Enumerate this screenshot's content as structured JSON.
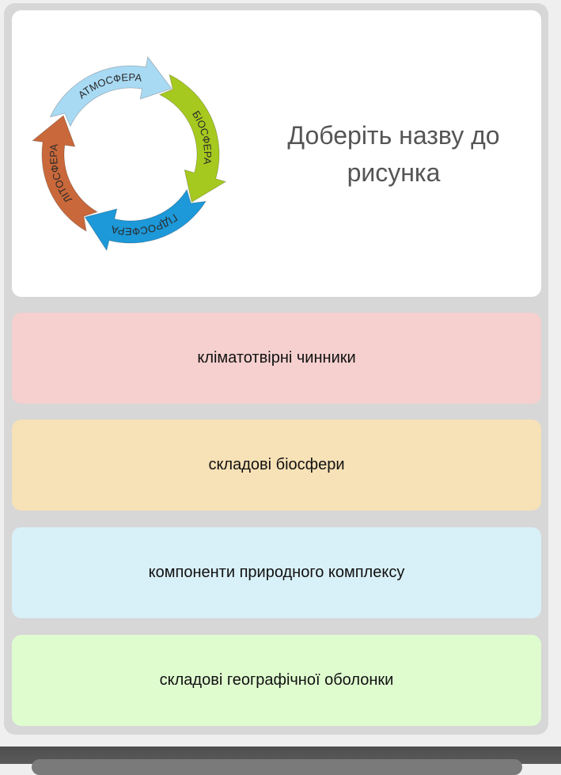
{
  "question": {
    "text": "Доберіть назву до рисунка",
    "diagram": {
      "labels": [
        "АТМОСФЕРА",
        "БІОСФЕРА",
        "ГІДРОСФЕРА",
        "ЛІТОСФЕРА"
      ],
      "colors": [
        "#a9daf3",
        "#a6c91f",
        "#1d98d8",
        "#c9683a"
      ]
    }
  },
  "options": [
    {
      "label": "кліматотвірні чинники",
      "color": "#f5d0cf"
    },
    {
      "label": "складові біосфери",
      "color": "#f7e1b6"
    },
    {
      "label": "компоненти природного комплексу",
      "color": "#d8f0f7"
    },
    {
      "label": "складові географічної оболонки",
      "color": "#dffccf"
    }
  ]
}
